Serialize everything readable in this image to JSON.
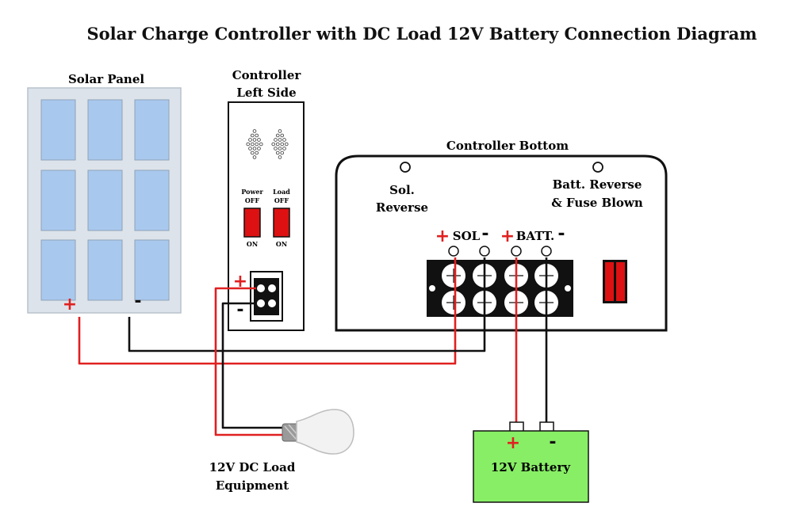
{
  "title": "Solar Charge Controller with DC Load 12V Battery Connection Diagram",
  "solar_panel": {
    "label": "Solar Panel",
    "plus": "+",
    "minus": "-"
  },
  "controller_left": {
    "label_line1": "Controller",
    "label_line2": "Left Side",
    "power_switch": {
      "label": "Power",
      "off": "OFF",
      "on": "ON"
    },
    "load_switch": {
      "label": "Load",
      "off": "OFF",
      "on": "ON"
    },
    "plus": "+",
    "minus": "-"
  },
  "controller_bottom": {
    "label": "Controller Bottom",
    "sol_reverse_line1": "Sol.",
    "sol_reverse_line2": "Reverse",
    "batt_reverse_line1": "Batt. Reverse",
    "batt_reverse_line2": "& Fuse Blown",
    "sol_terminal": "SOL",
    "batt_terminal": "BATT.",
    "plus": "+",
    "minus": "-"
  },
  "load": {
    "line1": "12V DC Load",
    "line2": "Equipment"
  },
  "battery": {
    "label": "12V Battery",
    "plus": "+",
    "minus": "-"
  },
  "colors": {
    "wire_positive": "#e02020",
    "wire_negative": "#111111",
    "panel_frame": "#dde3ea",
    "panel_cell": "#a9c8ee",
    "battery": "#88ee66",
    "switch": "#dd1111"
  }
}
